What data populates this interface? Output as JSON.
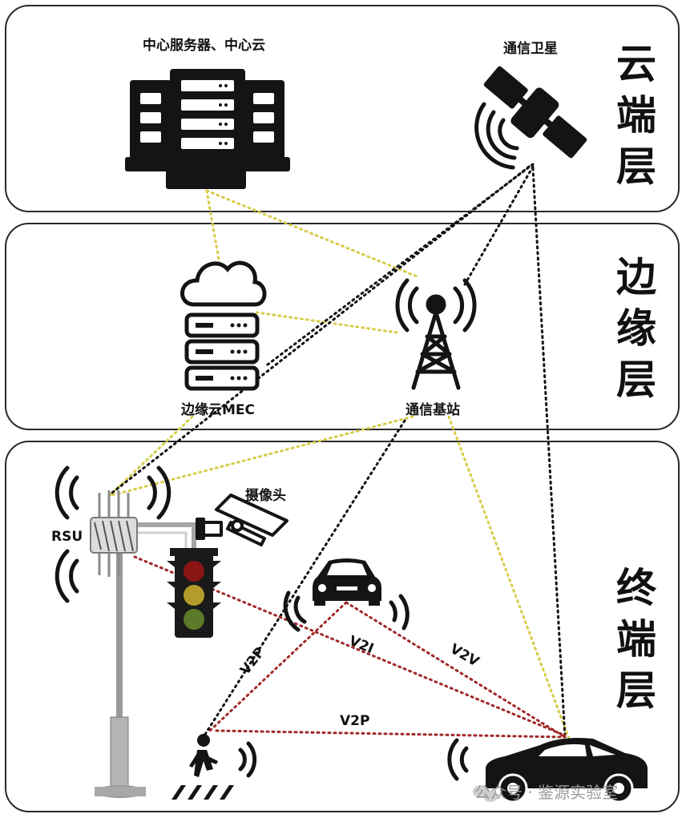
{
  "layers": {
    "cloud": "云端层",
    "edge": "边缘层",
    "terminal": "终端层"
  },
  "nodes": {
    "central_server": "中心服务器、中心云",
    "satellite": "通信卫星",
    "edge_mec": "边缘云MEC",
    "base_station": "通信基站",
    "camera": "摄像头",
    "rsu": "RSU"
  },
  "links": {
    "v2p_left": "V2P",
    "v2i": "V2I",
    "v2v": "V2V",
    "v2p_bottom": "V2P"
  },
  "watermark": "公众号 · 鉴源实验室",
  "colors": {
    "yellow_link": "#d8cc4a",
    "black_link": "#111111",
    "red_link": "#a02828"
  }
}
